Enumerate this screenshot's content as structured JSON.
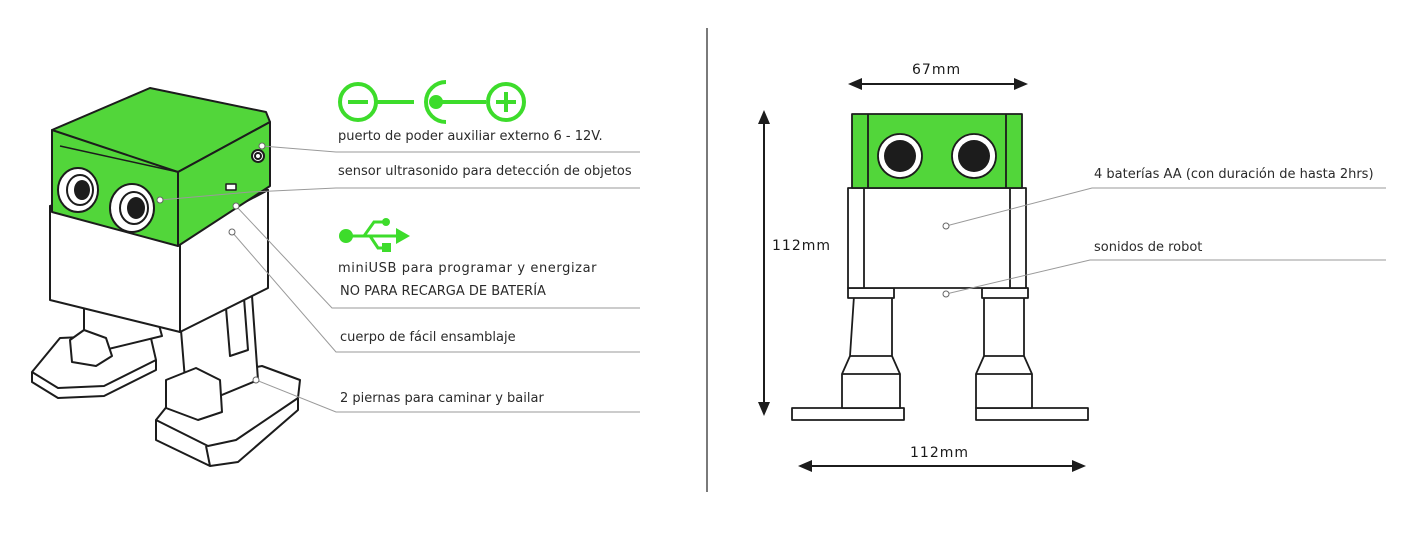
{
  "colors": {
    "accent_green": "#3ddc2b",
    "robot_green": "#52d63a",
    "outline": "#1c1c1c",
    "leader_line": "#9a9a9a",
    "text": "#2a2a2a"
  },
  "left_panel": {
    "icons": [
      "power-polarity-icon",
      "usb-icon"
    ],
    "labels": {
      "aux_power": "puerto de poder auxiliar externo 6 - 12V.",
      "ultrasonic": "sensor ultrasonido para detección de objetos",
      "miniusb": "miniUSB para programar y energizar",
      "no_charge": "NO PARA RECARGA DE BATERÍA",
      "body": "cuerpo de fácil ensamblaje",
      "legs": "2 piernas para caminar y bailar"
    }
  },
  "right_panel": {
    "dimensions": {
      "width_top": "67mm",
      "height": "112mm",
      "width_bottom": "112mm"
    },
    "labels": {
      "batteries": "4 baterías AA (con duración de hasta 2hrs)",
      "sounds": "sonidos de robot"
    }
  }
}
